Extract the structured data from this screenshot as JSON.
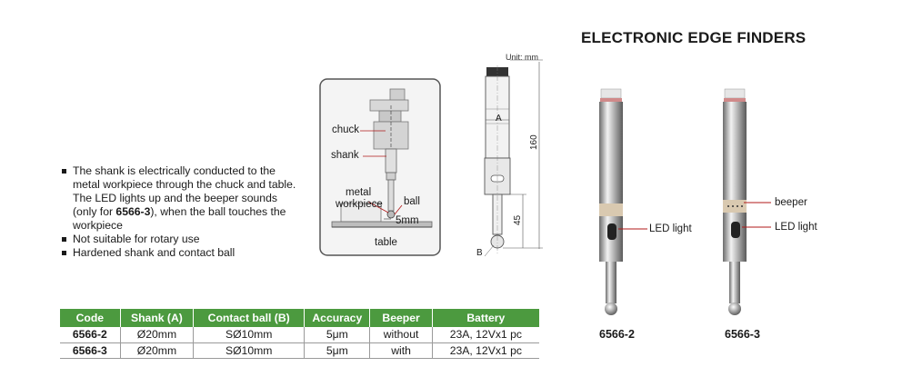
{
  "title": "ELECTRONIC EDGE FINDERS",
  "unit": "Unit: mm",
  "bullets": [
    {
      "pre": "The shank is electrically conducted to the metal workpiece through the chuck and table. The LED lights up and the beeper sounds (only for ",
      "bold": "6566-3",
      "post": "), when the ball touches the workpiece"
    },
    {
      "pre": "Not suitable for rotary use",
      "bold": "",
      "post": ""
    },
    {
      "pre": "Hardened shank and contact ball",
      "bold": "",
      "post": ""
    }
  ],
  "diagram": {
    "chuck": "chuck",
    "shank": "shank",
    "metal": "metal",
    "workpiece": "workpiece",
    "ball": "ball",
    "gap": "5mm",
    "table": "table"
  },
  "dimensions": {
    "a": "A",
    "b": "B",
    "length": "160",
    "tip": "45"
  },
  "photos": {
    "led_light": "LED light",
    "beeper": "beeper",
    "model_left": "6566-2",
    "model_right": "6566-3"
  },
  "table": {
    "headers": [
      "Code",
      "Shank (A)",
      "Contact ball (B)",
      "Accuracy",
      "Beeper",
      "Battery"
    ],
    "rows": [
      [
        "6566-2",
        "Ø20mm",
        "SØ10mm",
        "5μm",
        "without",
        "23A, 12Vx1 pc"
      ],
      [
        "6566-3",
        "Ø20mm",
        "SØ10mm",
        "5μm",
        "with",
        "23A, 12Vx1 pc"
      ]
    ]
  },
  "colors": {
    "header_green": "#4c9a3f",
    "led_red": "#b01818"
  }
}
